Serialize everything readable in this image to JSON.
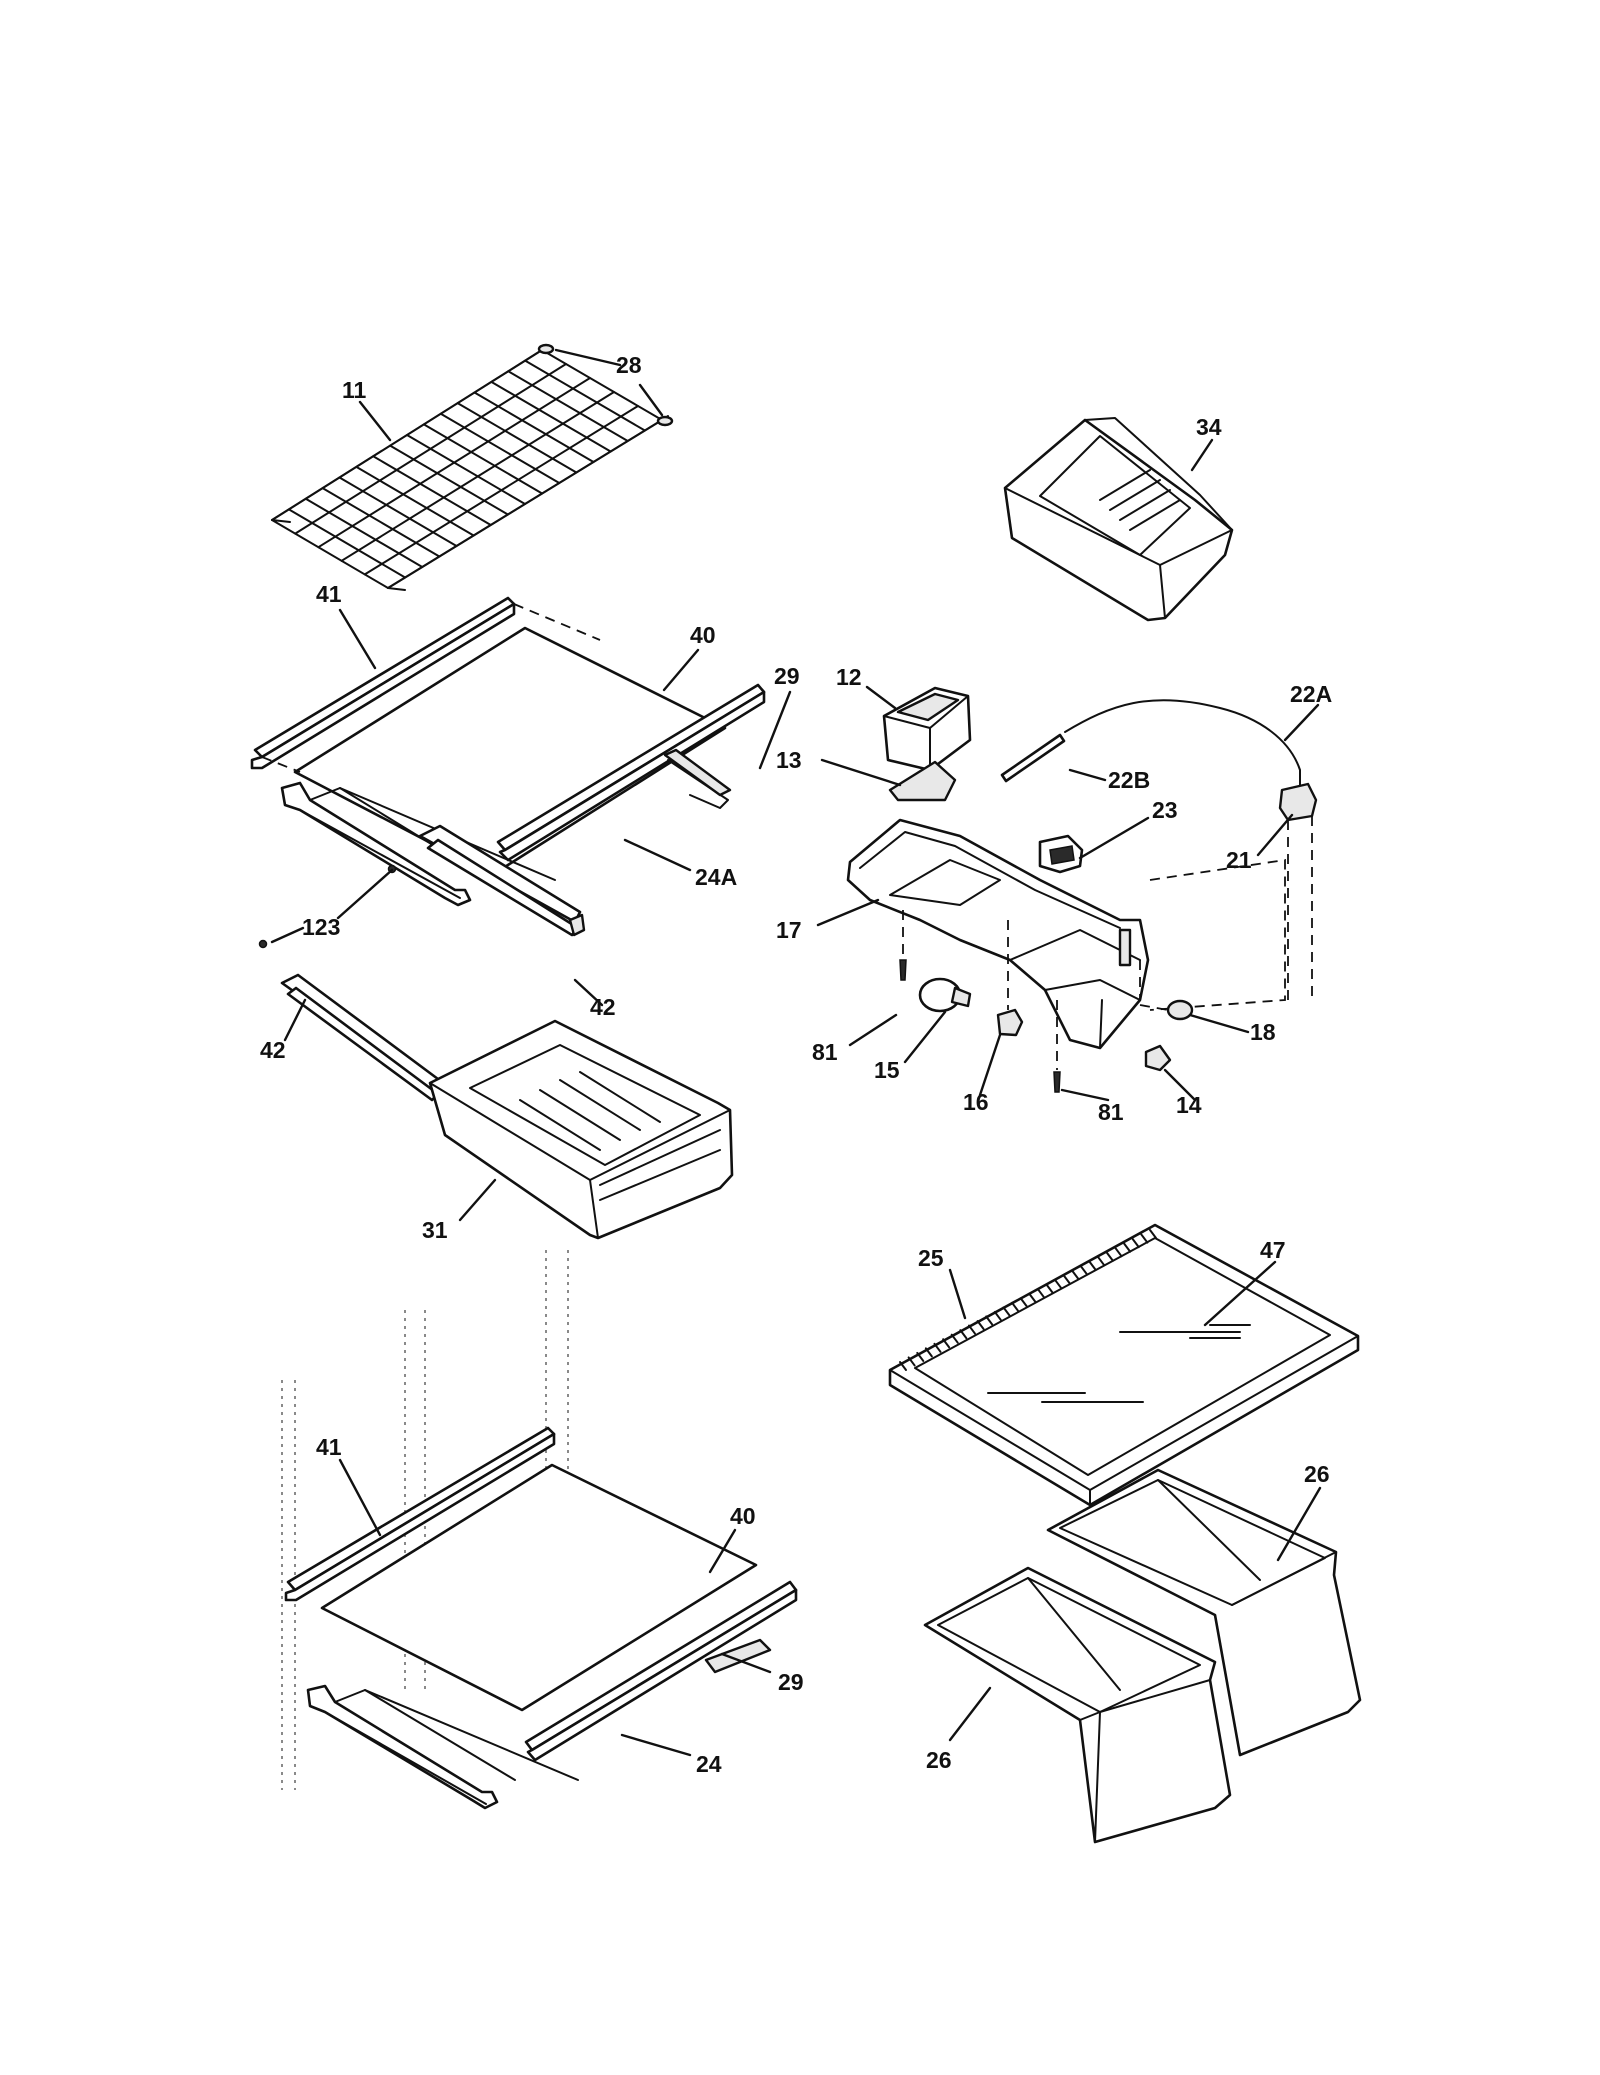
{
  "callouts": {
    "c11": "11",
    "c28": "28",
    "c34": "34",
    "c41_top": "41",
    "c40_top": "40",
    "c29_top": "29",
    "c24A": "24A",
    "c123": "123",
    "c42_right": "42",
    "c42_left": "42",
    "c31": "31",
    "c12": "12",
    "c13": "13",
    "c22A": "22A",
    "c22B": "22B",
    "c23": "23",
    "c21": "21",
    "c17": "17",
    "c81_left": "81",
    "c15": "15",
    "c16": "16",
    "c81_right": "81",
    "c14": "14",
    "c18": "18",
    "c25": "25",
    "c47": "47",
    "c26_right": "26",
    "c26_left": "26",
    "c41_bottom": "41",
    "c40_bottom": "40",
    "c29_bottom": "29",
    "c24": "24"
  }
}
